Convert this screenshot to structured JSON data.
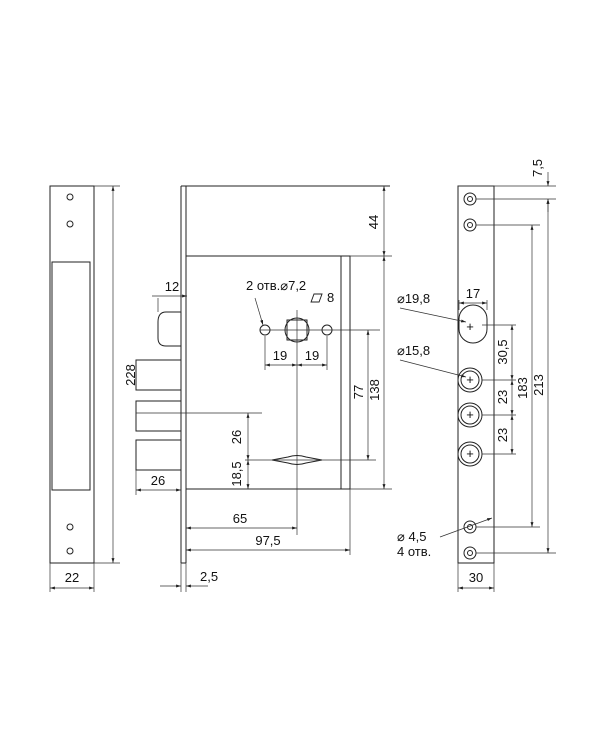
{
  "left_view": {
    "width": "22",
    "height": "228"
  },
  "mid_view": {
    "top_offset": "44",
    "bolt_w": "12",
    "holes_note": "2 отв.⌀7,2",
    "square_label": "8",
    "hole_left": "19",
    "hole_right": "19",
    "dist_77": "77",
    "dist_138": "138",
    "dist_26": "26",
    "dist_18_5": "18,5",
    "bolt_len": "26",
    "dist_65": "65",
    "dist_97_5": "97,5",
    "plate_t": "2,5"
  },
  "right_view": {
    "top_small": "7,5",
    "d_19_8": "⌀19,8",
    "w_17": "17",
    "d_15_8": "⌀15,8",
    "v_30_5": "30,5",
    "v_23a": "23",
    "v_23b": "23",
    "v_183": "183",
    "v_213": "213",
    "d_4_5": "⌀ 4,5",
    "holes4": "4 отв.",
    "width": "30"
  }
}
